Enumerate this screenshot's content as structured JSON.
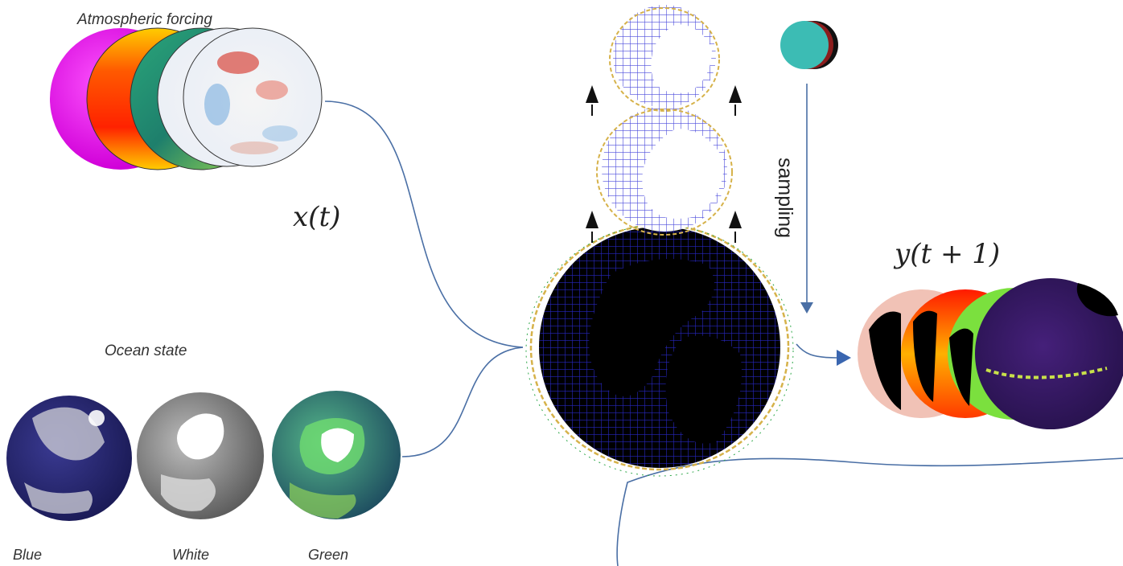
{
  "diagram": {
    "atmospheric_label": "Atmospheric forcing",
    "ocean_label": "Ocean state",
    "input_label": "x(t)",
    "output_label": "y(t + 1)",
    "sampling_label": "sampling",
    "ocean_globes": [
      "Blue",
      "White",
      "Green"
    ],
    "colors": {
      "connector": "#4a6fa5",
      "arrow_black": "#111111",
      "grid_blue": "#2b2bd6",
      "globe_black": "#000000"
    }
  }
}
